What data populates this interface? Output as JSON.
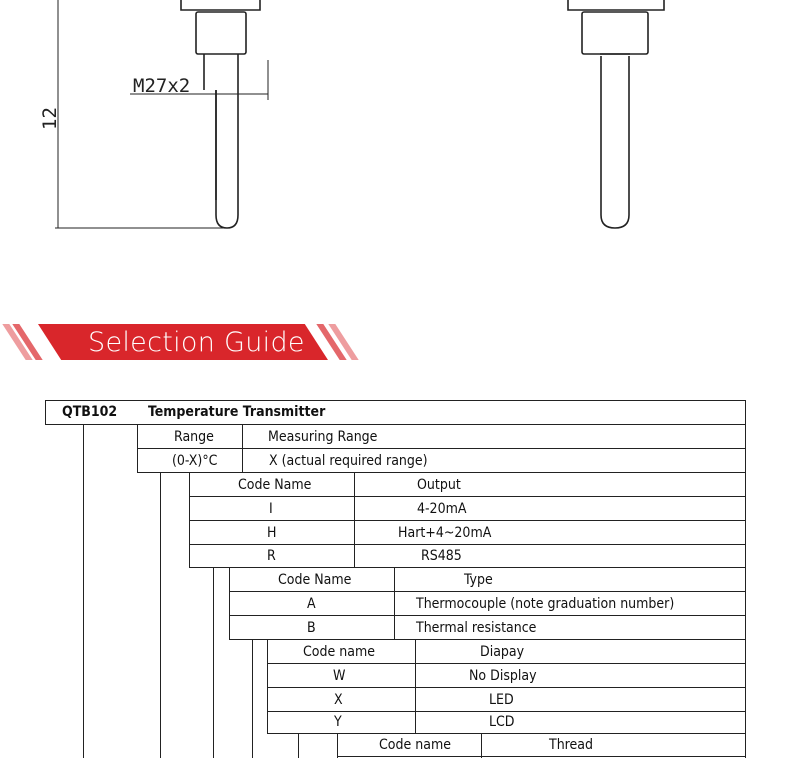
{
  "drawing": {
    "thread_label": "M27x2",
    "dimension_label": "12"
  },
  "banner": {
    "title": "Selection Guide",
    "color": "#d9262b"
  },
  "table": {
    "model_code": "QTB102",
    "model_name": "Temperature Transmitter",
    "range": {
      "header_code": "Range",
      "header_desc": "Measuring Range",
      "row_code": "(0-X)°C",
      "row_desc": "X (actual required range)"
    },
    "output": {
      "header_code": "Code Name",
      "header_desc": "Output",
      "rows": [
        {
          "code": "I",
          "desc": "4-20mA"
        },
        {
          "code": "H",
          "desc": "Hart+4~20mA"
        },
        {
          "code": "R",
          "desc": "RS485"
        }
      ]
    },
    "type": {
      "header_code": "Code Name",
      "header_desc": "Type",
      "rows": [
        {
          "code": "A",
          "desc": "Thermocouple (note graduation number)"
        },
        {
          "code": "B",
          "desc": "Thermal resistance"
        }
      ]
    },
    "display": {
      "header_code": "Code name",
      "header_desc": "Diapay",
      "rows": [
        {
          "code": "W",
          "desc": "No Display"
        },
        {
          "code": "X",
          "desc": "LED"
        },
        {
          "code": "Y",
          "desc": "LCD"
        }
      ]
    },
    "thread": {
      "header_code": "Code name",
      "header_desc": "Thread"
    }
  }
}
